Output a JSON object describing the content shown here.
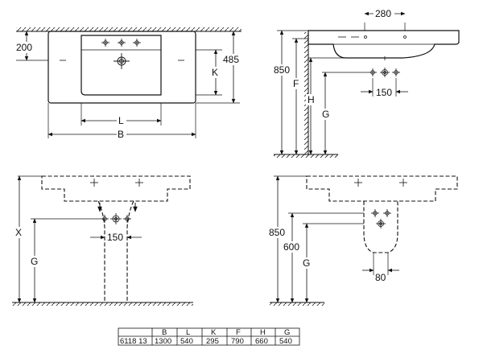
{
  "top_view": {
    "dim_200": "200",
    "dim_485": "485",
    "dim_K": "K",
    "dim_L": "L",
    "dim_B": "B"
  },
  "side_view": {
    "dim_280": "280",
    "dim_850": "850",
    "dim_F": "F",
    "dim_H": "H",
    "dim_G": "G",
    "dim_150": "150"
  },
  "front_pedestal_view": {
    "dim_X": "X",
    "dim_G": "G",
    "dim_150": "150"
  },
  "side_siphon_view": {
    "dim_850": "850",
    "dim_600": "600",
    "dim_G": "G",
    "dim_80": "80"
  },
  "table": {
    "headers": [
      "",
      "B",
      "L",
      "K",
      "F",
      "H",
      "G"
    ],
    "rows": [
      [
        "6118 13",
        "1300",
        "540",
        "295",
        "790",
        "660",
        "540"
      ]
    ]
  }
}
